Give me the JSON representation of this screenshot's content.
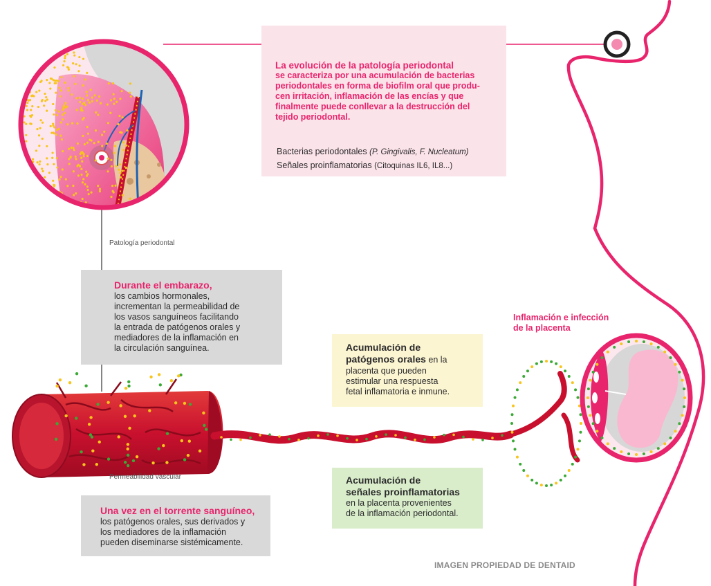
{
  "colors": {
    "accent": "#e8246c",
    "blood": "#c8102e",
    "gum": "#f48ab0",
    "bacteria": "#f7c51c",
    "signal": "#3aa935",
    "grey_box": "#d9d9d9",
    "pink_box": "#fbe3ea",
    "yellow_box": "#fbf5d2",
    "green_box": "#d9edcb"
  },
  "intro": {
    "title": "La evolución de la patología periodontal",
    "lines": [
      "se caracteriza por una acumulación de bacterias",
      "periodontales en forma de biofilm oral que produ-",
      "cen irritación, inflamación de las encías y que",
      "finalmente puede conllevar a la destrucción del",
      "tejido periodontal."
    ]
  },
  "legend": {
    "bacteria_label": "Bacterias periodontales",
    "bacteria_detail": "(P. Gingivalis, F. Nucleatum)",
    "signals_label": "Señales proinflamatorias",
    "signals_detail": "(Citoquinas IL6, IL8...)"
  },
  "captions": {
    "periodontal": "Patología periodontal",
    "vascular": "Permeabilidad vascular",
    "placenta_line1": "Inflamación e infección",
    "placenta_line2": "de la placenta"
  },
  "pregnancy": {
    "title": "Durante el embarazo,",
    "lines": [
      "los cambios hormonales,",
      "incrementan la permeabilidad de",
      "los vasos sanguíneos facilitando",
      "la entrada de patógenos orales y",
      "mediadores de la inflamación en",
      "la circulación sanguínea."
    ]
  },
  "bloodstream": {
    "title": "Una vez en el torrente sanguíneo,",
    "lines": [
      "los patógenos orales, sus derivados y",
      "los mediadores de la inflamación",
      "pueden diseminarse sistémicamente."
    ]
  },
  "pathogens": {
    "title_line1": "Acumulación de",
    "title_line2": "patógenos orales",
    "title_line2_suffix": " en la",
    "lines": [
      "placenta que pueden",
      "estimular una respuesta",
      "fetal inflamatoria e inmune."
    ]
  },
  "signals": {
    "title_line1": "Acumulación de",
    "title_line2": "señales proinflamatorias",
    "lines": [
      "en la placenta provenientes",
      "de la inflamación periodontal."
    ]
  },
  "credit": "IMAGEN PROPIEDAD DE DENTAID"
}
